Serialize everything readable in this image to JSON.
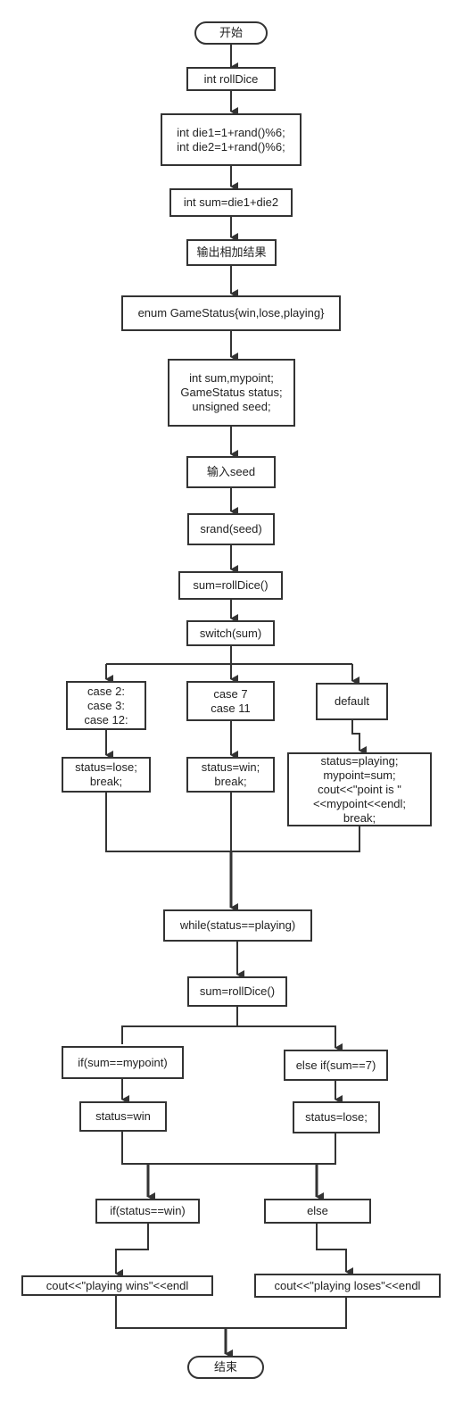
{
  "nodes": {
    "start": "开始",
    "roll_dice_decl": "int rollDice",
    "die_decl": "int die1=1+rand()%6;\nint die2=1+rand()%6;",
    "sum_decl": "int sum=die1+die2",
    "output_sum": "输出相加结果",
    "enum_status": "enum GameStatus{win,lose,playing}",
    "var_decl": "int sum,mypoint;\nGameStatus status;\nunsigned seed;",
    "input_seed": "输入seed",
    "srand": "srand(seed)",
    "sum_roll_1": "sum=rollDice()",
    "switch": "switch(sum)",
    "case_lose": "case 2:\ncase 3:\ncase 12:",
    "case_win": "case 7\ncase 11",
    "case_default": "default",
    "status_lose_break": "status=lose;\nbreak;",
    "status_win_break": "status=win;\nbreak;",
    "status_playing_block": "status=playing;\nmypoint=sum;\ncout<<\"point is \"\n<<mypoint<<endl;\nbreak;",
    "while_loop": "while(status==playing)",
    "sum_roll_2": "sum=rollDice()",
    "if_mypoint": "if(sum==mypoint)",
    "elseif_seven": "else if(sum==7)",
    "status_win": "status=win",
    "status_lose": "status=lose;",
    "if_status_win": "if(status==win)",
    "else": "else",
    "cout_wins": "cout<<\"playing wins\"<<endl",
    "cout_loses": "cout<<\"playing loses\"<<endl",
    "end": "结束"
  }
}
